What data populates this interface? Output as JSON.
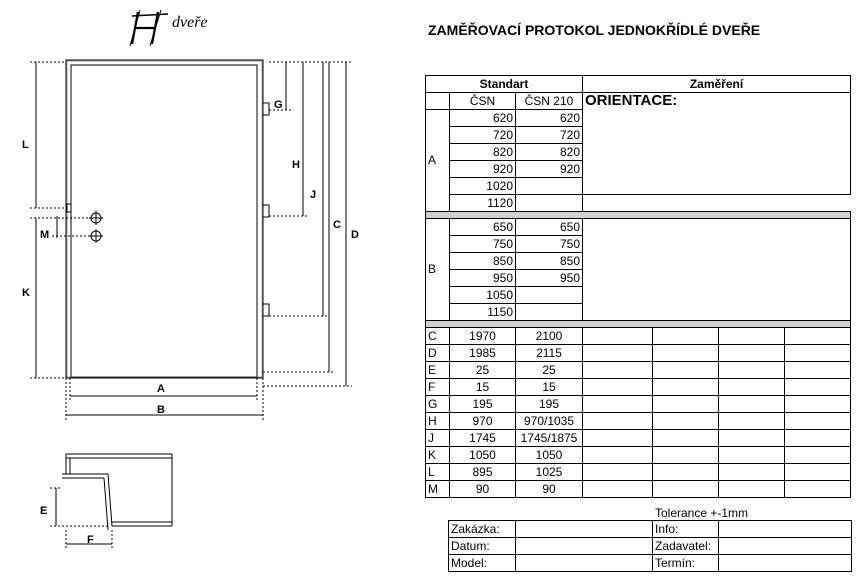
{
  "header": {
    "brand_text": "dveře",
    "title": "ZAMĚŘOVACÍ PROTOKOL JEDNOKŘÍDLÉ DVEŘE"
  },
  "drawing": {
    "labels": [
      "L",
      "M",
      "K",
      "G",
      "H",
      "J",
      "C",
      "D",
      "A",
      "B",
      "E",
      "F"
    ]
  },
  "table": {
    "head_standart": "Standart",
    "head_zamereni": "Zaměření",
    "col_csn": "ČSN",
    "col_csn210": "ČSN 210",
    "orientation_label": "ORIENTACE:",
    "group_a_label": "A",
    "group_a": [
      [
        "620",
        "620"
      ],
      [
        "720",
        "720"
      ],
      [
        "820",
        "820"
      ],
      [
        "920",
        "920"
      ],
      [
        "1020",
        ""
      ],
      [
        "1120",
        ""
      ]
    ],
    "group_b_label": "B",
    "group_b": [
      [
        "650",
        "650"
      ],
      [
        "750",
        "750"
      ],
      [
        "850",
        "850"
      ],
      [
        "950",
        "950"
      ],
      [
        "1050",
        ""
      ],
      [
        "1150",
        ""
      ]
    ],
    "rows": [
      [
        "C",
        "1970",
        "2100"
      ],
      [
        "D",
        "1985",
        "2115"
      ],
      [
        "E",
        "25",
        "25"
      ],
      [
        "F",
        "15",
        "15"
      ],
      [
        "G",
        "195",
        "195"
      ],
      [
        "H",
        "970",
        "970/1035"
      ],
      [
        "J",
        "1745",
        "1745/1875"
      ],
      [
        "K",
        "1050",
        "1050"
      ],
      [
        "L",
        "895",
        "1025"
      ],
      [
        "M",
        "90",
        "90"
      ]
    ]
  },
  "tolerance": "Tolerance +-1mm",
  "footer": {
    "zakazka": "Zakázka:",
    "datum": "Datum:",
    "model": "Model:",
    "info": "Info:",
    "zadavatel": "Zadavatel:",
    "termin": "Termín:"
  }
}
